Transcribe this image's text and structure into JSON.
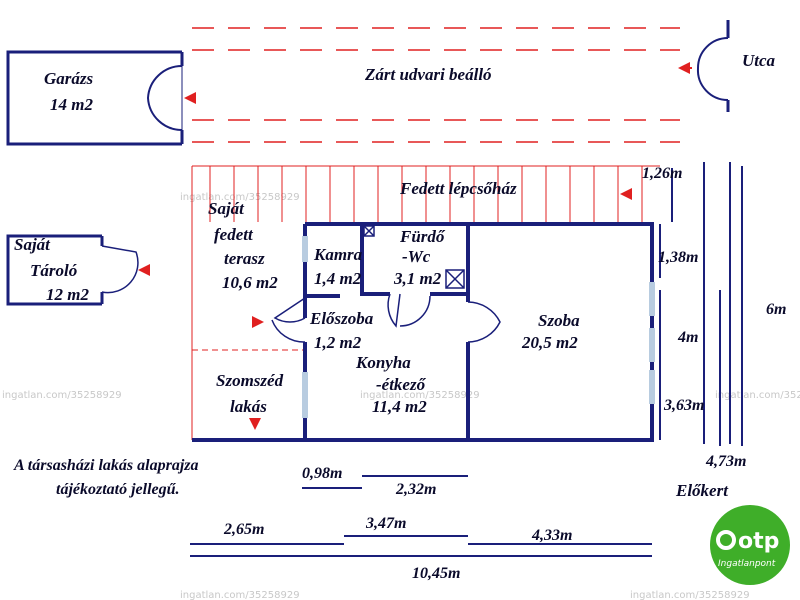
{
  "watermarks": {
    "text": "ingatlan.com/35258929"
  },
  "areas": {
    "garage_name": "Garázs",
    "garage_size": "14 m2",
    "courtyard": "Zárt udvari beálló",
    "street": "Utca",
    "stairwell": "Fedett lépcsőház",
    "terrace_line1": "Saját",
    "terrace_line2": "fedett",
    "terrace_line3": "terasz",
    "terrace_size": "10,6 m2",
    "storage_line1": "Saját",
    "storage_line2": "Tároló",
    "storage_size": "12 m2",
    "pantry_name": "Kamra",
    "pantry_size": "1,4 m2",
    "bath_line1": "Fürdő",
    "bath_line2": "-Wc",
    "bath_size": "3,1 m2",
    "hall_name": "Előszoba",
    "hall_size": "1,2 m2",
    "room_name": "Szoba",
    "room_size": "20,5 m2",
    "kitchen_line1": "Konyha",
    "kitchen_line2": "-étkező",
    "kitchen_size": "11,4 m2",
    "neighbor_line1": "Szomszéd",
    "neighbor_line2": "lakás",
    "front_garden": "Előkert"
  },
  "note": {
    "line1": "A társasházi lakás alaprajza",
    "line2": "tájékoztató jellegű."
  },
  "dimensions": {
    "d_126": "1,26m",
    "d_138": "1,38m",
    "d_6": "6m",
    "d_4": "4m",
    "d_363": "3,63m",
    "d_473": "4,73m",
    "d_098": "0,98m",
    "d_232": "2,32m",
    "d_265": "2,65m",
    "d_347": "3,47m",
    "d_433": "4,33m",
    "d_1045": "10,45m"
  },
  "logo": {
    "brand": "otp",
    "sub": "Ingatlanpont",
    "color": "#3fae29"
  },
  "colors": {
    "wall": "#1a1f7a",
    "red_line": "#e02020",
    "window": "#b8cce0"
  }
}
